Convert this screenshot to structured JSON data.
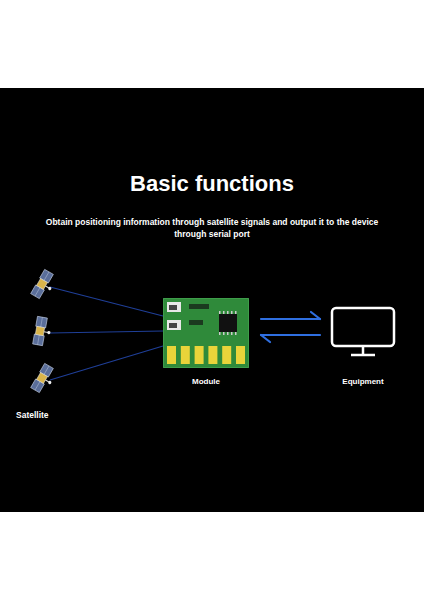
{
  "diagram": {
    "title": "Basic functions",
    "nodes": [
      {
        "text": [
          "Module"
        ]
      },
      {
        "text": [
          "Equipment"
        ]
      }
    ],
    "edges": [
      {
        "from": 0,
        "to": 1,
        "arrow": "both"
      }
    ],
    "labels": [
      "Obtain positioning information through satellite signals and output it to the device through serial port",
      "Satellite"
    ]
  }
}
